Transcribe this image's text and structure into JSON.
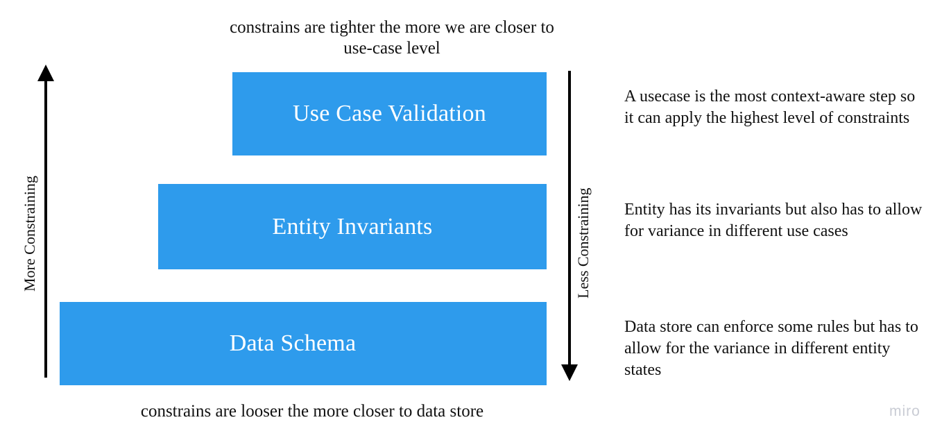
{
  "captions": {
    "top": "constrains are tighter the more we are closer to use-case level",
    "bottom": "constrains are looser the more closer to data store"
  },
  "axes": {
    "left_label": "More Constraining",
    "right_label": "Less Constraining"
  },
  "colors": {
    "bar_fill": "#2E9BEC",
    "bar_text": "#FFFFFF",
    "body_text": "#111111",
    "axis_line": "#000000",
    "watermark": "#C9CCD4",
    "background": "#FFFFFF"
  },
  "chart_data": {
    "type": "bar",
    "title": "constrains are tighter the more we are closer to use-case level",
    "subtitle": "constrains are looser the more closer to data store",
    "orientation": "horizontal",
    "categories": [
      "Use Case Validation",
      "Entity Invariants",
      "Data Schema"
    ],
    "values": [
      453,
      560,
      702
    ],
    "value_unit": "px bar width (relative constraint looseness)",
    "xlabel": "",
    "ylabel": "More Constraining / Less Constraining",
    "grid": false,
    "legend": null,
    "annotations": [
      "A usecase is the most context-aware step so it can apply the highest level of constraints",
      "Entity has its invariants but also has to allow for variance in different use cases",
      "Data store can enforce some rules but has to allow for the variance in different entity states"
    ]
  },
  "bars": [
    {
      "label": "Use Case Validation"
    },
    {
      "label": "Entity Invariants"
    },
    {
      "label": "Data Schema"
    }
  ],
  "notes": [
    {
      "text": "A usecase is the most context-aware step so it can apply the highest level of constraints"
    },
    {
      "text": "Entity has its invariants but also has to allow for variance in different use cases"
    },
    {
      "text": "Data store can enforce some rules but has to allow for the variance in different entity states"
    }
  ],
  "watermark": "miro"
}
